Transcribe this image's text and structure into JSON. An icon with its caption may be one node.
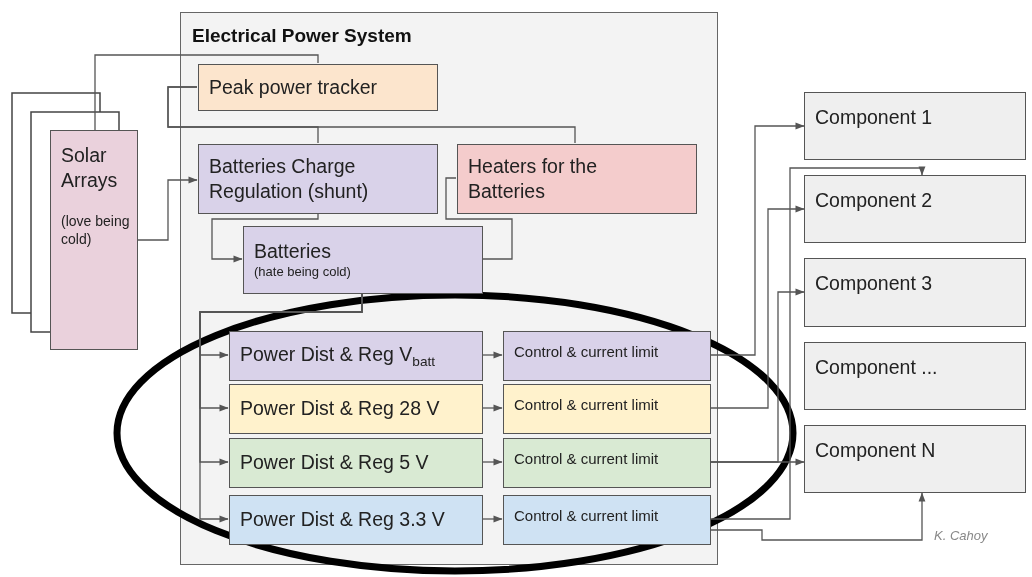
{
  "diagram": {
    "nodes": [
      {
        "text": [
          "Solar Arrays",
          "(love being cold)"
        ]
      },
      {
        "text": [
          "Electrical Power System"
        ]
      },
      {
        "text": [
          "Peak power tracker"
        ],
        "in": 1
      },
      {
        "text": [
          "Batteries Charge Regulation (shunt)"
        ],
        "in": 1
      },
      {
        "text": [
          "Heaters for the Batteries"
        ],
        "in": 1
      },
      {
        "text": [
          "Batteries",
          "(hate being cold)"
        ],
        "in": 1
      },
      {
        "text": [
          "Power Dist & Reg V$_{batt}$"
        ],
        "in": 1
      },
      {
        "text": [
          "Power Dist & Reg 28 V"
        ],
        "in": 1
      },
      {
        "text": [
          "Power Dist & Reg 5 V"
        ],
        "in": 1
      },
      {
        "text": [
          "Power Dist & Reg 3.3 V"
        ],
        "in": 1
      },
      {
        "text": [
          "Control & current limit"
        ],
        "in": 1
      },
      {
        "text": [
          "Control & current limit"
        ],
        "in": 1
      },
      {
        "text": [
          "Control & current limit"
        ],
        "in": 1
      },
      {
        "text": [
          "Control & current limit"
        ],
        "in": 1
      },
      {
        "text": [
          "Component 1"
        ]
      },
      {
        "text": [
          "Component 2"
        ]
      },
      {
        "text": [
          "Component 3"
        ]
      },
      {
        "text": [
          "Component ..."
        ]
      },
      {
        "text": [
          "Component N"
        ]
      }
    ],
    "edges": [
      {
        "from": 0,
        "to": 2,
        "arrow": "none"
      },
      {
        "from": 2,
        "to": 3,
        "arrow": "none"
      },
      {
        "from": 2,
        "to": 4,
        "arrow": "none"
      },
      {
        "from": 0,
        "to": 3,
        "arrow": "to"
      },
      {
        "from": 3,
        "to": 5,
        "arrow": "to"
      },
      {
        "from": 4,
        "to": 5,
        "arrow": "none"
      },
      {
        "from": 5,
        "to": 6,
        "arrow": "to"
      },
      {
        "from": 5,
        "to": 7,
        "arrow": "to"
      },
      {
        "from": 5,
        "to": 8,
        "arrow": "to"
      },
      {
        "from": 5,
        "to": 9,
        "arrow": "to"
      },
      {
        "from": 6,
        "to": 10,
        "arrow": "to"
      },
      {
        "from": 7,
        "to": 11,
        "arrow": "to"
      },
      {
        "from": 8,
        "to": 12,
        "arrow": "to"
      },
      {
        "from": 9,
        "to": 13,
        "arrow": "to"
      },
      {
        "from": 10,
        "to": 14,
        "arrow": "to"
      },
      {
        "from": 11,
        "to": 15,
        "arrow": "to"
      },
      {
        "from": 12,
        "to": 16,
        "arrow": "to"
      },
      {
        "from": 12,
        "to": 18,
        "arrow": "to"
      },
      {
        "from": 13,
        "to": 15,
        "arrow": "to"
      },
      {
        "from": 13,
        "to": 18,
        "arrow": "to"
      }
    ],
    "labels": [
      "K. Cahoy"
    ]
  }
}
